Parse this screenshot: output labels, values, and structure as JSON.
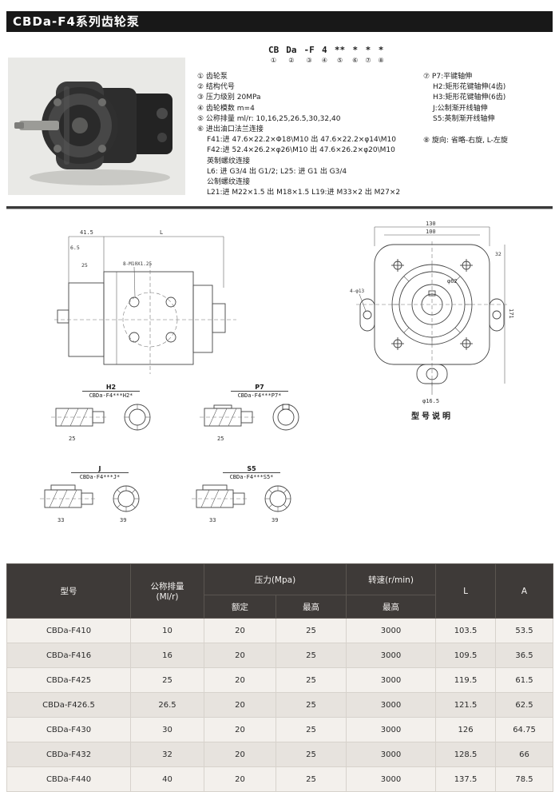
{
  "page_title": "CBDa-F4系列齿轮泵",
  "model_code": {
    "parts": [
      {
        "text": "CB",
        "num": "①"
      },
      {
        "text": "Da",
        "num": "②"
      },
      {
        "text": "-F",
        "num": "③"
      },
      {
        "text": "4",
        "num": "④"
      },
      {
        "text": "**",
        "num": "⑤"
      },
      {
        "text": "*",
        "num": "⑥"
      },
      {
        "text": "*",
        "num": "⑦"
      },
      {
        "text": "*",
        "num": "⑧"
      }
    ]
  },
  "specs": {
    "left": [
      "① 齿轮泵",
      "② 结构代号",
      "③ 压力级别 20MPa",
      "④ 齿轮模数 m=4",
      "⑤ 公称排量 ml/r: 10,16,25,26.5,30,32,40",
      "⑥ 进出油口法兰连接",
      "F41:进 47.6×22.2×Φ18\\M10  出 47.6×22.2×φ14\\M10",
      "F42:进 52.4×26.2×φ26\\M10  出 47.6×26.2×φ20\\M10",
      "英制螺纹连接",
      "L6: 进 G3/4  出 G1/2;     L25: 进 G1  出 G3/4",
      "公制螺纹连接",
      "L21:进 M22×1.5 出 M18×1.5  L19:进 M33×2 出 M27×2"
    ],
    "right": [
      "⑦ P7:平键轴伸",
      "H2:矩形花键轴伸(4齿)",
      "H3:矩形花键轴伸(6齿)",
      "J:公制渐开线轴伸",
      "S5:英制渐开线轴伸"
    ],
    "rotation": "⑧ 旋向: 省略-右旋, L-左旋"
  },
  "drawings": {
    "side_view": {
      "dims": {
        "d1": "41.5",
        "d2": "6.5",
        "d3": "L",
        "d4": "25",
        "bolt": "8-M10X1.25"
      }
    },
    "front_view": {
      "dims": {
        "top1": "130",
        "top2": "100",
        "right1": "32",
        "right2": "171",
        "center": "φ62",
        "ear": "4-φ13",
        "bottom": "φ16.5"
      },
      "caption": "型号说明"
    },
    "details": [
      {
        "title": "H2",
        "code": "CBDa-F4***H2*",
        "dim": "25",
        "dim2": ""
      },
      {
        "title": "P7",
        "code": "CBDa-F4***P7*",
        "dim": "25",
        "dim2": ""
      },
      {
        "title": "J",
        "code": "CBDa-F4***J*",
        "dim": "33",
        "dim2": "39"
      },
      {
        "title": "S5",
        "code": "CBDa-F4***S5*",
        "dim": "33",
        "dim2": "39"
      }
    ]
  },
  "table": {
    "headers": {
      "model": "型号",
      "displacement_line1": "公称排量",
      "displacement_line2": "(Ml/r)",
      "pressure": "压力(Mpa)",
      "rated": "额定",
      "max": "最高",
      "speed": "转速(r/min)",
      "speed_max": "最高",
      "l": "L",
      "a": "A"
    },
    "rows": [
      {
        "model": "CBDa-F410",
        "disp": "10",
        "rated": "20",
        "max": "25",
        "speed": "3000",
        "l": "103.5",
        "a": "53.5"
      },
      {
        "model": "CBDa-F416",
        "disp": "16",
        "rated": "20",
        "max": "25",
        "speed": "3000",
        "l": "109.5",
        "a": "36.5"
      },
      {
        "model": "CBDa-F425",
        "disp": "25",
        "rated": "20",
        "max": "25",
        "speed": "3000",
        "l": "119.5",
        "a": "61.5"
      },
      {
        "model": "CBDa-F426.5",
        "disp": "26.5",
        "rated": "20",
        "max": "25",
        "speed": "3000",
        "l": "121.5",
        "a": "62.5"
      },
      {
        "model": "CBDa-F430",
        "disp": "30",
        "rated": "20",
        "max": "25",
        "speed": "3000",
        "l": "126",
        "a": "64.75"
      },
      {
        "model": "CBDa-F432",
        "disp": "32",
        "rated": "20",
        "max": "25",
        "speed": "3000",
        "l": "128.5",
        "a": "66"
      },
      {
        "model": "CBDa-F440",
        "disp": "40",
        "rated": "20",
        "max": "25",
        "speed": "3000",
        "l": "137.5",
        "a": "78.5"
      }
    ]
  },
  "colors": {
    "title_bg": "#181818",
    "header_bg": "#3e3a38",
    "row_light": "#f3f0ec",
    "row_dark": "#e7e3de"
  }
}
